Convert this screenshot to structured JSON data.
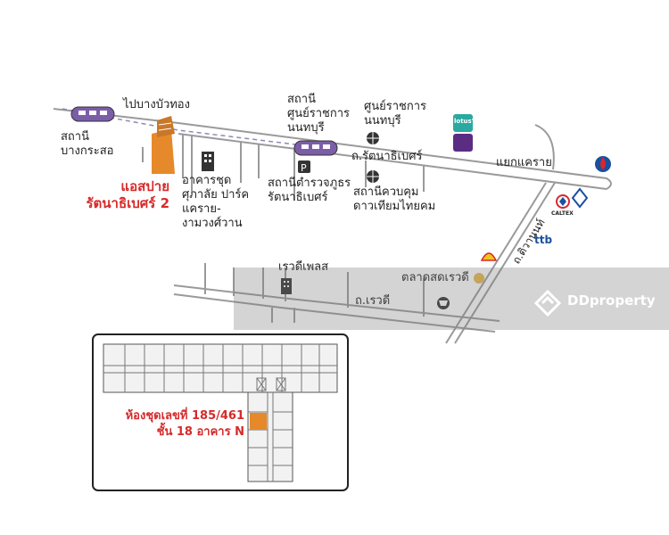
{
  "labels": {
    "bangbuathong": "ไปบางบัวทอง",
    "station_bangkrasor": "สถานี\nบางกระสอ",
    "station_nonthaburi_center": "สถานี\nศูนย์ราชการ\nนนทบุรี",
    "nonthaburi_center": "ศูนย์ราชการ\nนนทบุรี",
    "rattanathibet_rd": "ถ.รัตนาธิเบศร์",
    "khae_rai_junction": "แยกแคราย",
    "police_station": "สถานีตำรวจภูธร\nรัตนาธิเบศร์",
    "satellite_station": "สถานีควบคุม\nดาวเทียมไทยคม",
    "condo_supalai": "อาคารชุด\nศุภาลัย ปาร์ค\nแคราย-\nงามวงศ์วาน",
    "rewadee_place": "เรวดีเพลส",
    "rewadee_rd": "ถ.เรวดี",
    "rewadee_market": "ตลาดสดเรวดี",
    "tiwanon_rd": "ถ.ติวานนท์",
    "project_name": "แอสปาย\nรัตนาธิเบศร์ 2",
    "unit_info": "ห้องชุดเลขที่ 185/461\nชั้น 18 อาคาร N"
  },
  "brands": {
    "lotus": "lotus's",
    "ttb": "ttb",
    "caltex": "CALTEX",
    "ptt": "P"
  },
  "watermark": {
    "text": "DDproperty"
  },
  "colors": {
    "road": "#9a9a9a",
    "highlight": "#e6892a",
    "red_text": "#d62a2a",
    "train": "#7b5ea8"
  }
}
